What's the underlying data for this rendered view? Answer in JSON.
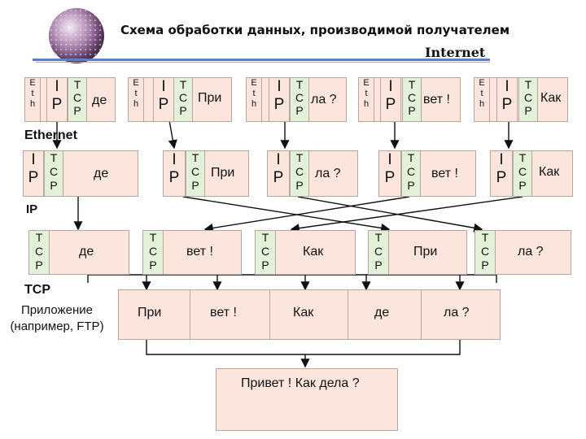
{
  "title": "Схема обработки данных, производимой получателем",
  "network_label": "Internet",
  "protocols": {
    "ethernet": "Ethernet",
    "ip": "IP",
    "tcp": "TCP"
  },
  "headers": {
    "e": "E",
    "t": "t",
    "h": "h",
    "i": "I",
    "p": "P",
    "T": "T",
    "C": "C",
    "P": "P"
  },
  "fragments": [
    "де",
    "При",
    "ла ?",
    "вет !",
    "Как"
  ],
  "tcp_row": [
    "де",
    "вет !",
    "Как",
    "При",
    "ла ?"
  ],
  "app_row": [
    "При",
    "вет !",
    "Как",
    "де",
    "ла ?"
  ],
  "app_label": "Приложение (например, FTP)",
  "result": "Привет ! Как дела ?"
}
